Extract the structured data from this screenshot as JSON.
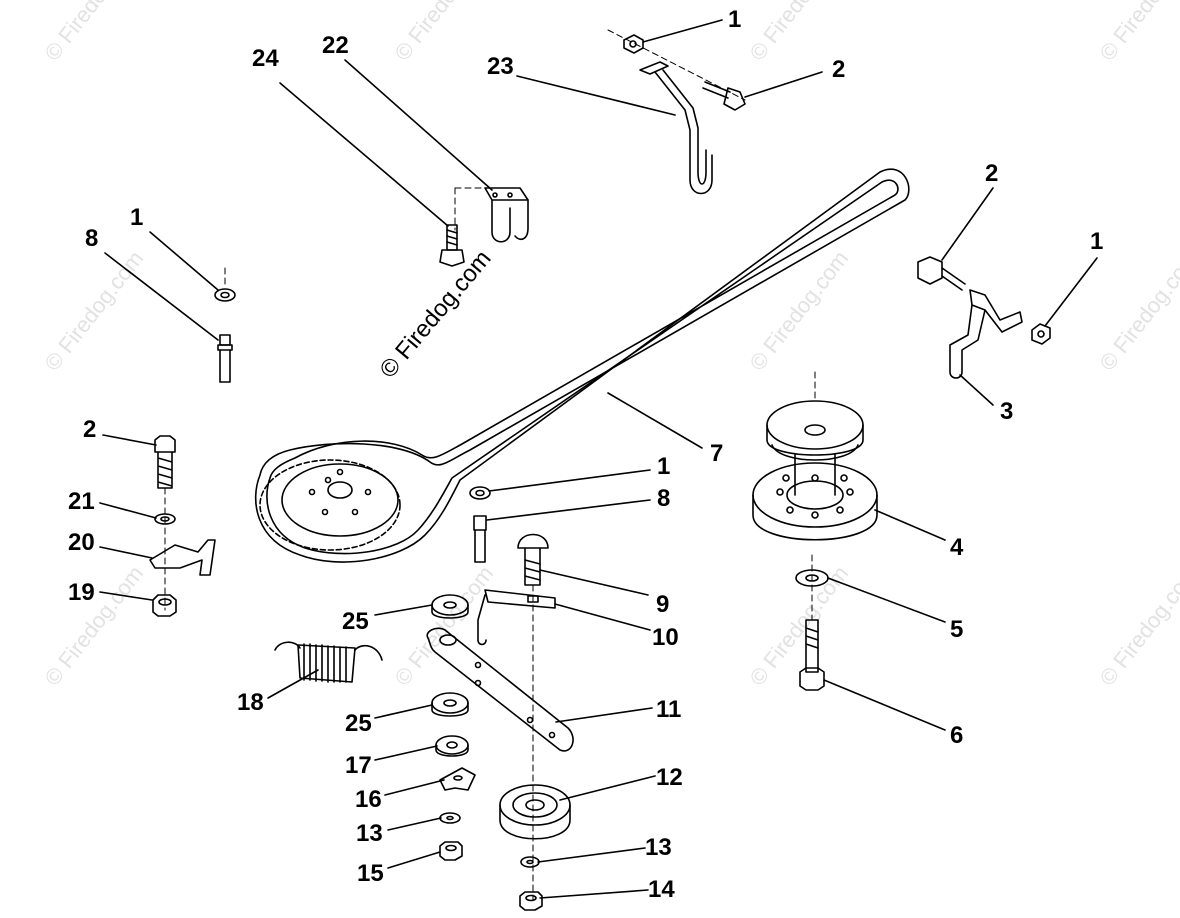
{
  "diagram": {
    "credit_text": "© Firedog.com",
    "watermark_text": "© Firedog.com",
    "callouts": {
      "c1a": "1",
      "c2a": "2",
      "c23": "23",
      "c22": "22",
      "c24": "24",
      "c2b": "2",
      "c1b": "1",
      "c1c": "1",
      "c8a": "8",
      "c3": "3",
      "c2c": "2",
      "c7": "7",
      "c1d": "1",
      "c8b": "8",
      "c21": "21",
      "c20": "20",
      "c4": "4",
      "c19": "19",
      "c9": "9",
      "c5": "5",
      "c25a": "25",
      "c10": "10",
      "c18": "18",
      "c11": "11",
      "c6": "6",
      "c25b": "25",
      "c17": "17",
      "c12": "12",
      "c16": "16",
      "c13a": "13",
      "c13b": "13",
      "c15": "15",
      "c14": "14"
    }
  }
}
